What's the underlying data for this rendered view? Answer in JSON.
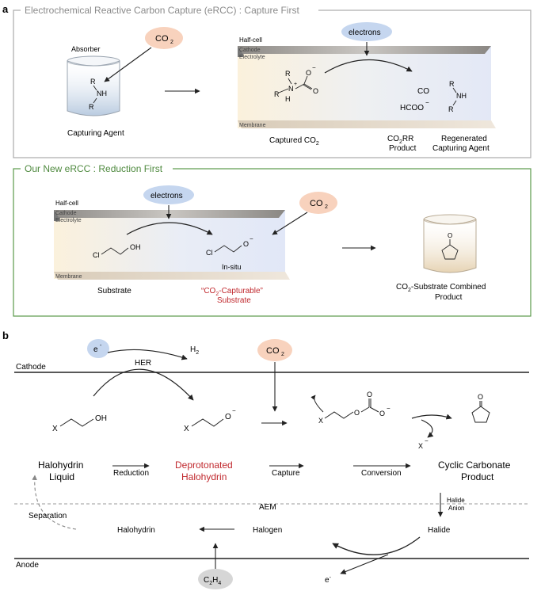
{
  "panel_a": {
    "letter": "a",
    "capture_first": {
      "title": "Electrochemical Reactive Carbon Capture (eRCC) : Capture First",
      "absorber_label": "Absorber",
      "co2_bubble": {
        "main": "CO",
        "sub": "2"
      },
      "capturing_agent": "Capturing Agent",
      "halfcell_label": "Half-cell",
      "cathode_label": "Cathode",
      "electrolyte_label": "Electrolyte",
      "membrane_label": "Membrane",
      "electrons_label": "electrons",
      "captured": {
        "main": "Captured CO",
        "sub": "2"
      },
      "product_line1": {
        "main": "CO",
        "sub": "2",
        "tail": "RR"
      },
      "product_line2": "Product",
      "regen_line1": "Regenerated",
      "regen_line2": "Capturing Agent",
      "co_label": "CO",
      "hcoo_label": "HCOO",
      "minus": "−",
      "plus": "+",
      "r": "R",
      "n": "N",
      "nh": "NH",
      "h": "H",
      "o": "O"
    },
    "reduction_first": {
      "title": "Our New eRCC : Reduction First",
      "halfcell_label": "Half-cell",
      "cathode_label": "Cathode",
      "electrolyte_label": "Electrolyte",
      "membrane_label": "Membrane",
      "electrons_label": "electrons",
      "co2_bubble": {
        "main": "CO",
        "sub": "2"
      },
      "cl": "Cl",
      "oh": "OH",
      "o": "O",
      "minus": "−",
      "insitu": "In-situ",
      "substrate": "Substrate",
      "capturable_line1": {
        "pre": "“CO",
        "sub": "2",
        "post": "-Capturable”"
      },
      "capturable_line2": "Substrate",
      "combined_line1": {
        "pre": "CO",
        "sub": "2",
        "post": "-Substrate Combined"
      },
      "combined_line2": "Product"
    }
  },
  "panel_b": {
    "letter": "b",
    "cathode": "Cathode",
    "anode": "Anode",
    "aem": "AEM",
    "e_bubble": {
      "main": "e",
      "sup": "-"
    },
    "her": "HER",
    "h2": {
      "main": "H",
      "sub": "2"
    },
    "co2_bubble": {
      "main": "CO",
      "sub": "2"
    },
    "x": "X",
    "oh": "OH",
    "o": "O",
    "minus": "−",
    "halohydrin_liquid_1": "Halohydrin",
    "halohydrin_liquid_2": "Liquid",
    "reduction": "Reduction",
    "deprotonated_1": "Deprotonated",
    "deprotonated_2": "Halohydrin",
    "capture": "Capture",
    "conversion": "Conversion",
    "cyclic_1": "Cyclic Carbonate",
    "cyclic_2": "Product",
    "halide_anion_1": "Halide",
    "halide_anion_2": "Anion",
    "separation": "Separation",
    "halohydrin": "Halohydrin",
    "halogen": "Halogen",
    "halide": "Halide",
    "c2h4": {
      "a": "C",
      "b": "2",
      "c": "H",
      "d": "4"
    },
    "e_out": {
      "main": "e",
      "sup": "-"
    }
  },
  "colors": {
    "gray_frame": "#aaaaaa",
    "green_frame": "#5a9a4a",
    "red_text": "#c0282d",
    "co2_fill": "#f8d2bd",
    "electron_fill": "#c5d6ef",
    "c2h4_fill": "#d6d6d6"
  }
}
